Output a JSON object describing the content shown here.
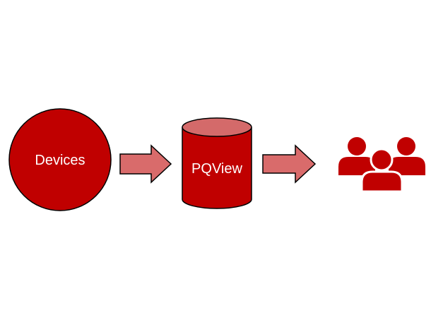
{
  "nodes": {
    "devices": {
      "label": "Devices",
      "shape": "circle"
    },
    "pqview": {
      "label": "PQView",
      "shape": "cylinder"
    },
    "users": {
      "label": "",
      "shape": "users-icon"
    }
  },
  "edges": [
    {
      "from": "devices",
      "to": "pqview"
    },
    {
      "from": "pqview",
      "to": "users"
    }
  ],
  "colors": {
    "primary": "#C00000",
    "primary_light": "#D96B6B",
    "cylinder_top": "#D46A6A",
    "outline": "#000000",
    "label": "#FFFFFF"
  }
}
